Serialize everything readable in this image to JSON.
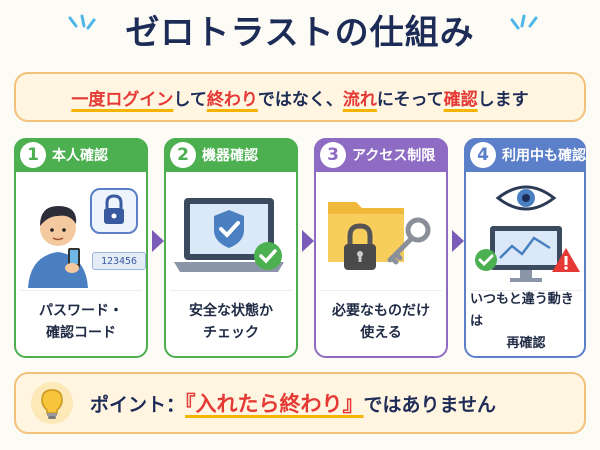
{
  "title": "ゼロトラストの仕組み",
  "subtitle": {
    "parts": [
      {
        "text": "一度ログイン",
        "hl": true
      },
      {
        "text": "して",
        "hl": false
      },
      {
        "text": "終わり",
        "hl": true
      },
      {
        "text": "ではなく、",
        "hl": false
      },
      {
        "text": "流れ",
        "hl": true
      },
      {
        "text": "にそって",
        "hl": false
      },
      {
        "text": "確認",
        "hl": true
      },
      {
        "text": "します",
        "hl": false
      }
    ]
  },
  "steps": [
    {
      "num": "1",
      "label": "本人確認",
      "desc1": "パスワード・",
      "desc2": "確認コード",
      "color": "#4caf50",
      "code": "123456"
    },
    {
      "num": "2",
      "label": "機器確認",
      "desc1": "安全な状態か",
      "desc2": "チェック",
      "color": "#4caf50"
    },
    {
      "num": "3",
      "label": "アクセス制限",
      "desc1": "必要なものだけ",
      "desc2": "使える",
      "color": "#8e6cc4"
    },
    {
      "num": "4",
      "label": "利用中も確認",
      "desc1": "いつもと違う動きは",
      "desc2": "再確認",
      "color": "#5b7fc9"
    }
  ],
  "point": {
    "prefix": "ポイント：",
    "highlight": "『入れたら終わり』",
    "suffix": "ではありません"
  },
  "colors": {
    "green": "#4caf50",
    "purple": "#8e6cc4",
    "blue": "#5b7fc9",
    "accent_red": "#e53935",
    "navy": "#1d2b57"
  }
}
